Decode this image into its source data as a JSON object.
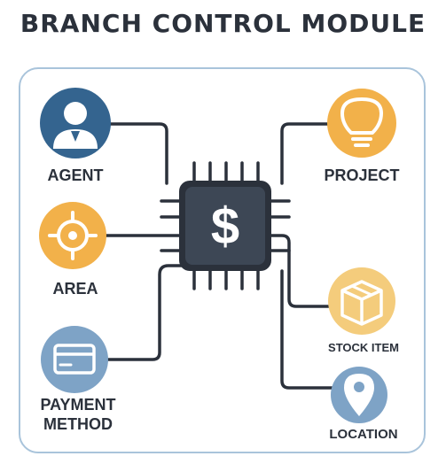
{
  "title": "BRANCH CONTROL MODULE",
  "center": {
    "symbol": "$",
    "icon": "dollar-chip-icon"
  },
  "nodes": {
    "agent": {
      "label": "AGENT",
      "icon": "user-icon",
      "color": "#34648f"
    },
    "area": {
      "label": "AREA",
      "icon": "target-icon",
      "color": "#f2b14a"
    },
    "payment": {
      "label_line1": "PAYMENT",
      "label_line2": "METHOD",
      "icon": "credit-card-icon",
      "color": "#7ea3c6"
    },
    "project": {
      "label": "PROJECT",
      "icon": "lightbulb-icon",
      "color": "#f2b14a"
    },
    "stock_item": {
      "label": "STOCK ITEM",
      "icon": "package-icon",
      "color": "#f4cc7c"
    },
    "location": {
      "label": "LOCATION",
      "icon": "location-pin-icon",
      "color": "#7ea3c6"
    }
  },
  "colors": {
    "frame": "#a9c4db",
    "chip": "#3a4350",
    "line": "#2b313b"
  }
}
